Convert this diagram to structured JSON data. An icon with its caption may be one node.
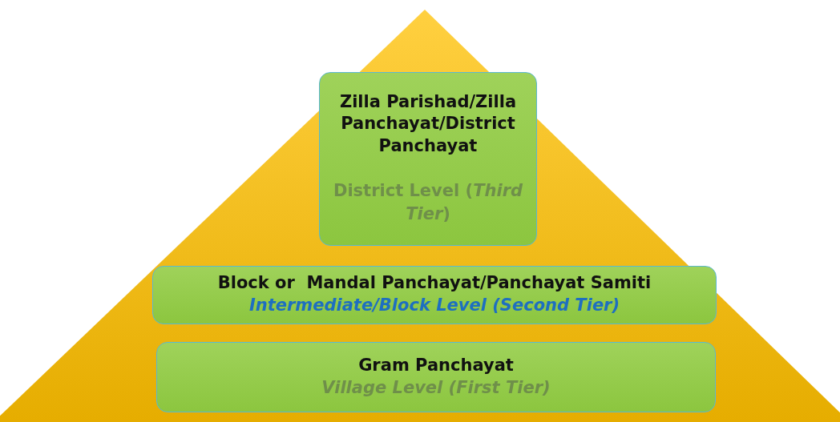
{
  "diagram": {
    "nodes": [
      {
        "text": [
          "Zilla Parishad/Zilla Panchayat/District Panchayat",
          "District Level (*Third Tier*)"
        ]
      },
      {
        "text": [
          "Block or  Mandal Panchayat/Panchayat Samiti",
          "Intermediate/Block Level (Second Tier)"
        ]
      },
      {
        "text": [
          "Gram Panchayat",
          "Village Level (First Tier)"
        ]
      }
    ],
    "edges": []
  }
}
